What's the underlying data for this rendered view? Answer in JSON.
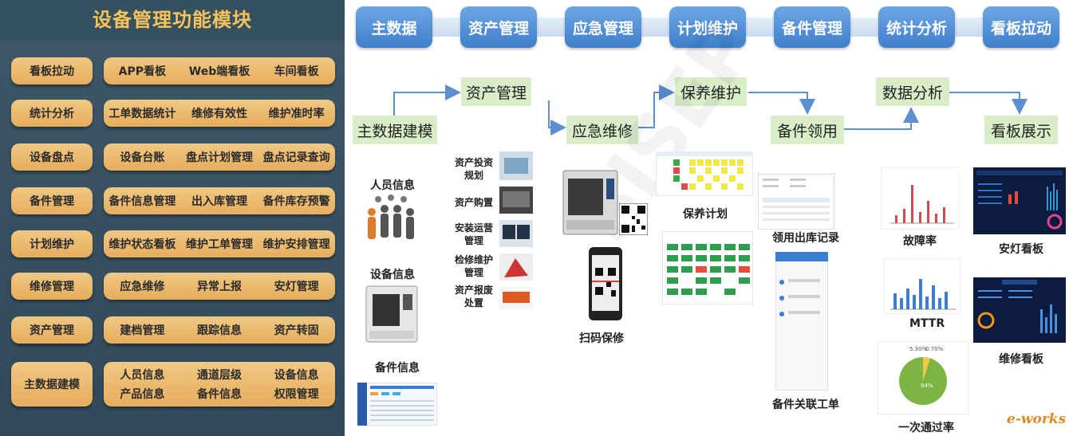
{
  "left": {
    "title": "设备管理功能模块",
    "rows": [
      {
        "label": "看板拉动",
        "items": [
          "APP看板",
          "Web端看板",
          "车间看板"
        ]
      },
      {
        "label": "统计分析",
        "items": [
          "工单数据统计",
          "维修有效性",
          "维护准时率"
        ]
      },
      {
        "label": "设备盘点",
        "items": [
          "设备台账",
          "盘点计划管理",
          "盘点记录查询"
        ]
      },
      {
        "label": "备件管理",
        "items": [
          "备件信息管理",
          "出入库管理",
          "备件库存预警"
        ]
      },
      {
        "label": "计划维护",
        "items": [
          "维护状态看板",
          "维护工单管理",
          "维护安排管理"
        ]
      },
      {
        "label": "维修管理",
        "items": [
          "应急维修",
          "异常上报",
          "安灯管理"
        ]
      },
      {
        "label": "资产管理",
        "items": [
          "建档管理",
          "跟踪信息",
          "资产转固"
        ]
      },
      {
        "label": "主数据建模",
        "items": [
          "人员信息",
          "通道层级",
          "设备信息",
          "产品信息",
          "备件信息",
          "权限管理"
        ]
      }
    ]
  },
  "nav": [
    "主数据",
    "资产管理",
    "应急管理",
    "计划维护",
    "备件管理",
    "统计分析",
    "看板拉动"
  ],
  "flow": {
    "master": "主数据建模",
    "asset": "资产管理",
    "emergency": "应急维修",
    "maintain": "保养维护",
    "spare": "备件领用",
    "analysis": "数据分析",
    "board": "看板展示"
  },
  "captions": {
    "person": "人员信息",
    "device": "设备信息",
    "spare_info": "备件信息",
    "asset_items": [
      "资产投资规划",
      "资产购置",
      "安装运营管理",
      "检修维护管理",
      "资产报废处置"
    ],
    "scan": "扫码保修",
    "plan": "保养计划",
    "outbound": "领用出库记录",
    "spare_order": "备件关联工单",
    "fault": "故障率",
    "mttr": "MTTR",
    "pass": "一次通过率",
    "andon": "安灯看板",
    "repair_board": "维修看板"
  },
  "pie": {
    "labels": [
      "5.30%",
      "0.70%",
      "94%"
    ]
  },
  "watermark": "SISEP",
  "logo": "e-works",
  "colors": {
    "accent": "#f7c35a",
    "panel": "#35505f",
    "nav": "#4a8ad6",
    "flow": "#d9edc9",
    "arrow": "#5b8fcf"
  }
}
